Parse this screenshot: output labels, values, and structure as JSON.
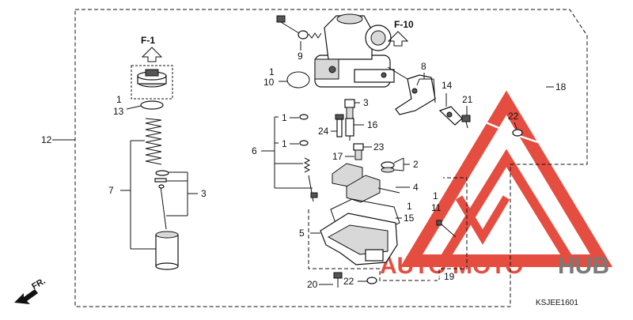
{
  "diagram": {
    "refs": {
      "f1": "F-1",
      "f10": "F-10"
    },
    "diagram_code": "KSJEE1601",
    "direction_label": "FR.",
    "watermark": {
      "text_auto": "AUTO",
      "text_moto": "MOTO",
      "text_hub": "HUB",
      "color_red": "#e33a2c",
      "color_gray": "#6b6b6b"
    },
    "callouts": {
      "c1_top": "1",
      "c10": "10",
      "c9": "9",
      "c8": "8",
      "c14": "14",
      "c18": "18",
      "c21": "21",
      "c22_top": "22",
      "c1_left": "1",
      "c13": "13",
      "c12": "12",
      "c7": "7",
      "c3_left": "3",
      "c3_mid": "3",
      "c16": "16",
      "c24": "24",
      "c1_a": "1",
      "c1_b": "1",
      "c6": "6",
      "c17": "17",
      "c23": "23",
      "c2": "2",
      "c4": "4",
      "c1_c": "1",
      "c15": "15",
      "c1_d": "1",
      "c11": "11",
      "c5": "5",
      "c20": "20",
      "c22_bot": "22",
      "c19": "19"
    }
  }
}
